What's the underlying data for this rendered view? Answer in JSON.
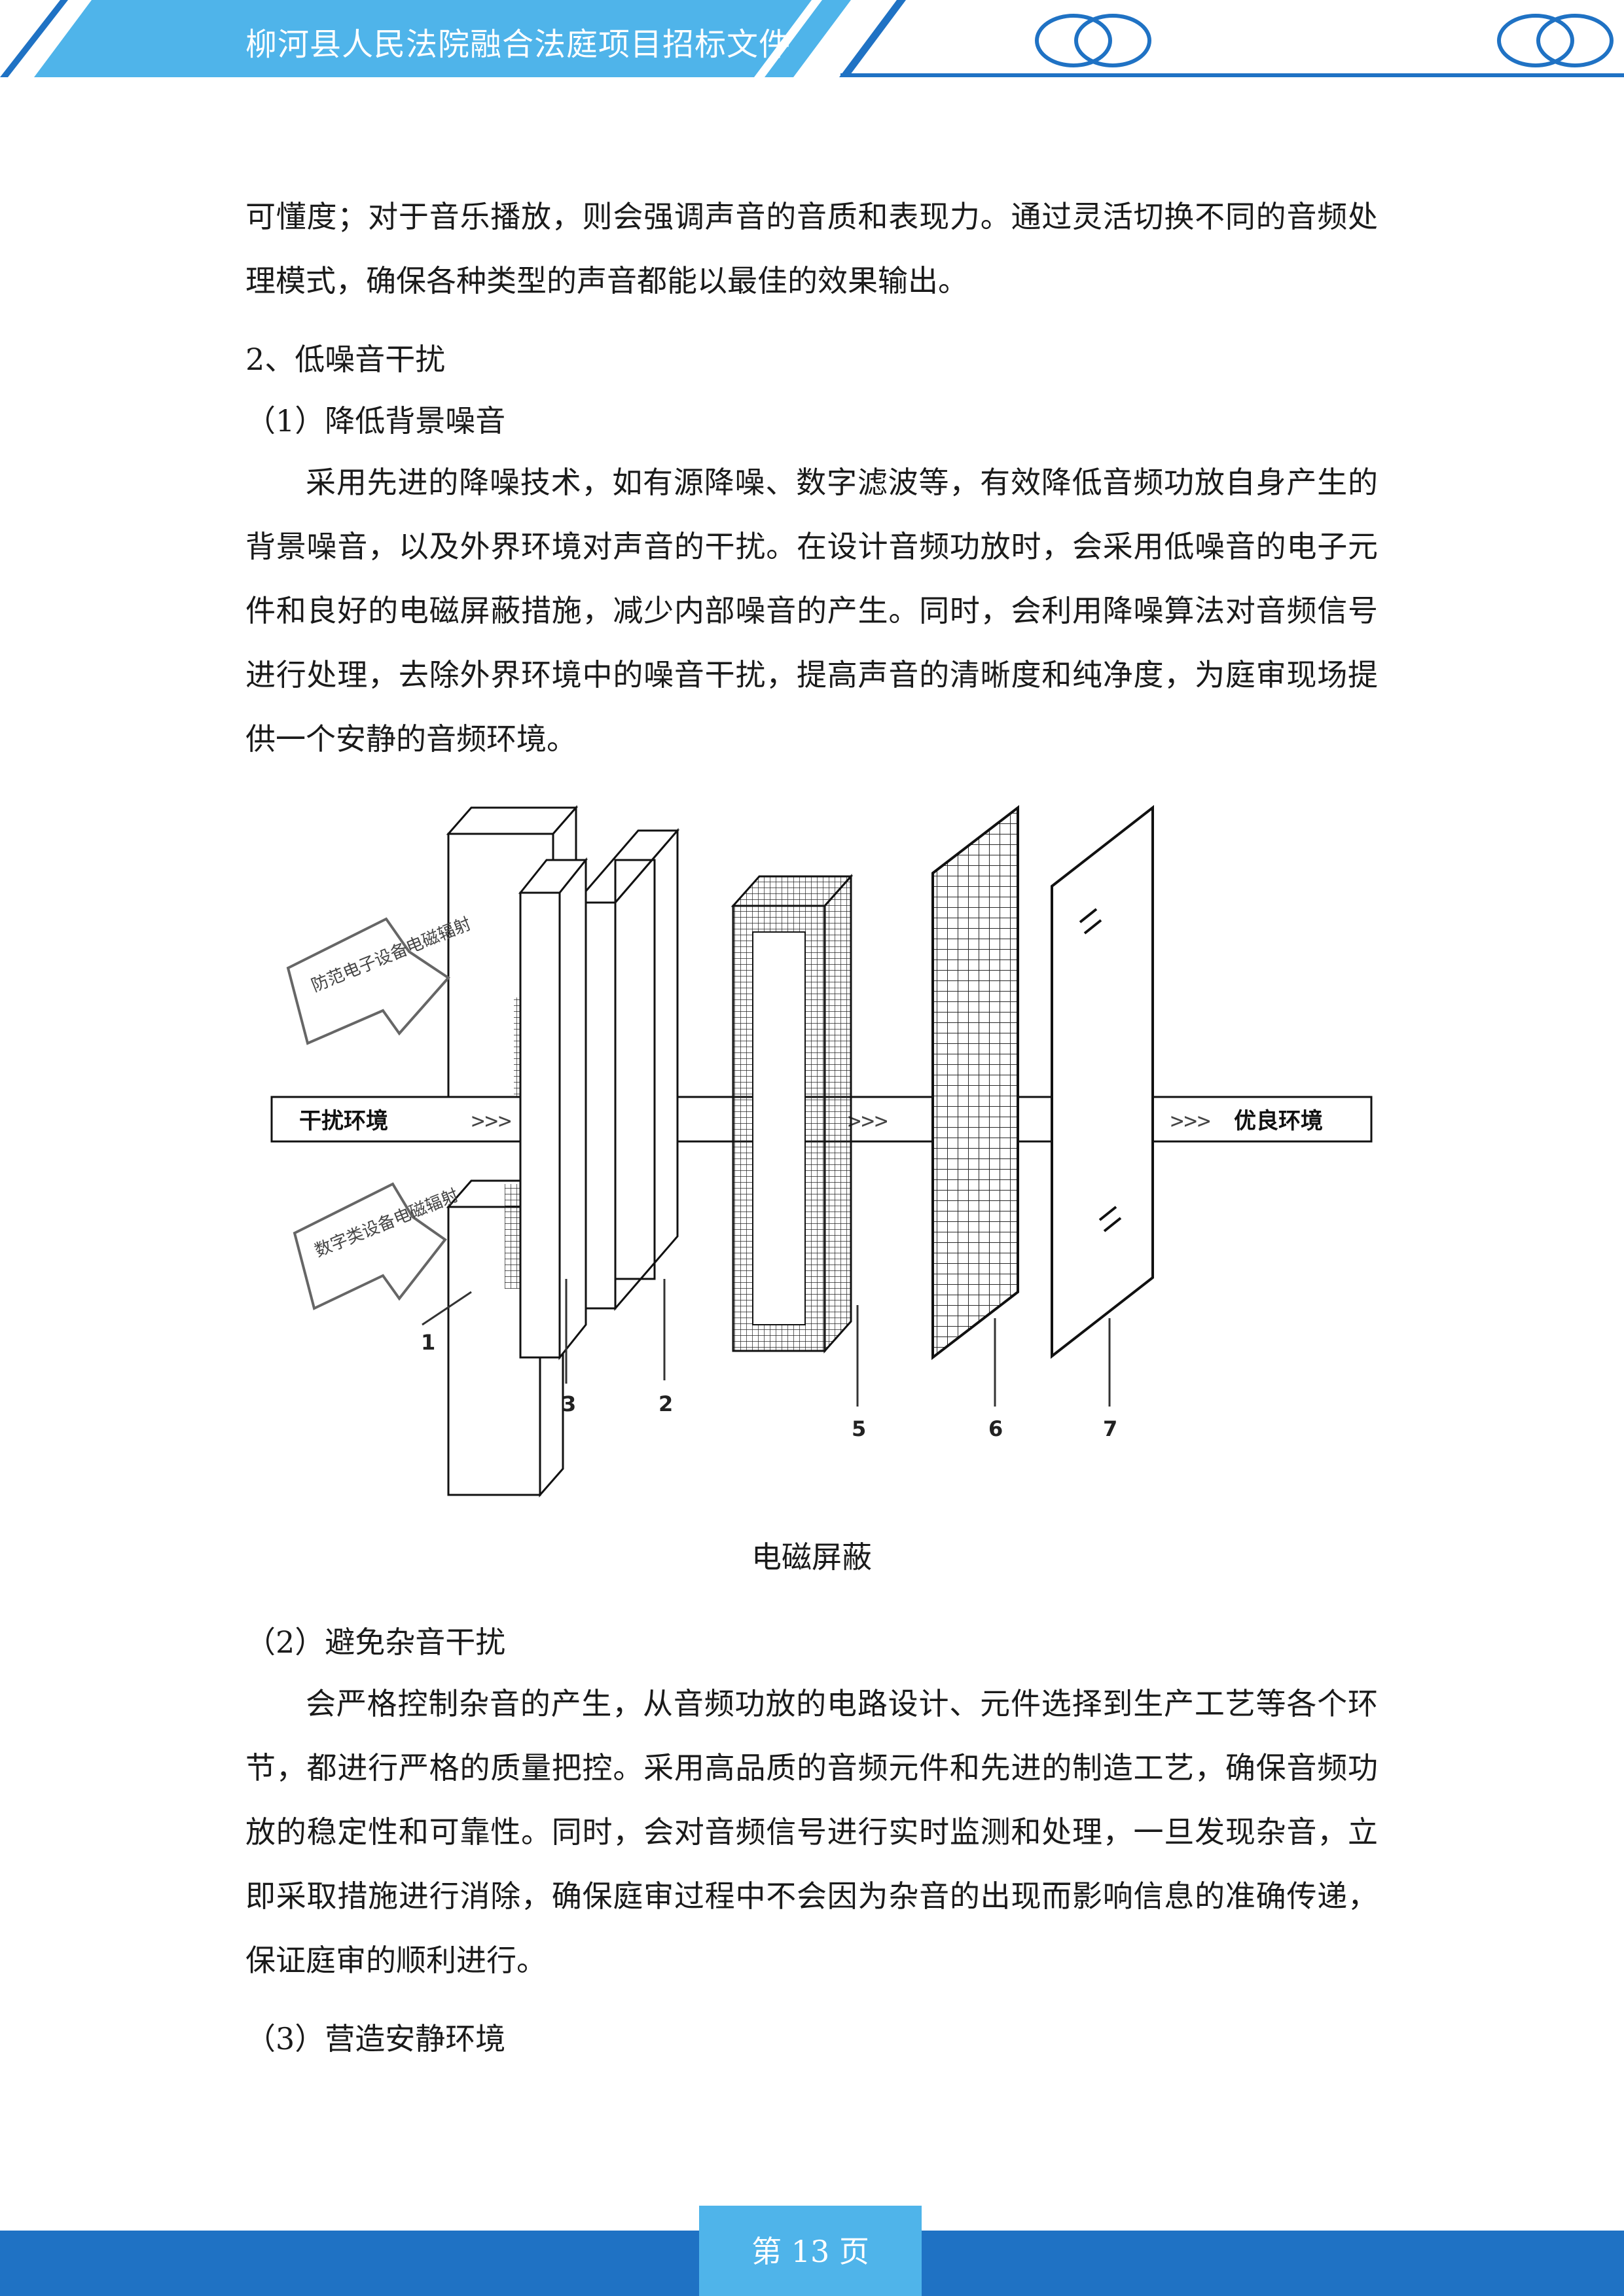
{
  "header": {
    "title": "柳河县人民法院融合法庭项目招标文件",
    "colors": {
      "banner": "#4fb4ea",
      "accent": "#1f72c4"
    }
  },
  "body": {
    "para_cont": "可懂度；对于音乐播放，则会强调声音的音质和表现力。通过灵活切换不同的音频处理模式，确保各种类型的声音都能以最佳的效果输出。",
    "heading_2": "2、低噪音干扰",
    "sub_1": "（1）降低背景噪音",
    "para_1": "采用先进的降噪技术，如有源降噪、数字滤波等，有效降低音频功放自身产生的背景噪音，以及外界环境对声音的干扰。在设计音频功放时，会采用低噪音的电子元件和良好的电磁屏蔽措施，减少内部噪音的产生。同时，会利用降噪算法对音频信号进行处理，去除外界环境中的噪音干扰，提高声音的清晰度和纯净度，为庭审现场提供一个安静的音频环境。",
    "figure": {
      "caption": "电磁屏蔽",
      "band_left": "干扰环境",
      "band_right": "优良环境",
      "arrows": [
        ">>>",
        ">>>",
        ">>>"
      ],
      "callout_top": "防范电子设备电磁辐射",
      "callout_bottom": "数字类设备电磁辐射",
      "labels": [
        "1",
        "3",
        "2",
        "5",
        "6",
        "7"
      ]
    },
    "sub_2": "（2）避免杂音干扰",
    "para_2": "会严格控制杂音的产生，从音频功放的电路设计、元件选择到生产工艺等各个环节，都进行严格的质量把控。采用高品质的音频元件和先进的制造工艺，确保音频功放的稳定性和可靠性。同时，会对音频信号进行实时监测和处理，一旦发现杂音，立即采取措施进行消除，确保庭审过程中不会因为杂音的出现而影响信息的准确传递，保证庭审的顺利进行。",
    "sub_3": "（3）营造安静环境"
  },
  "footer": {
    "page_label": "第 13 页"
  }
}
